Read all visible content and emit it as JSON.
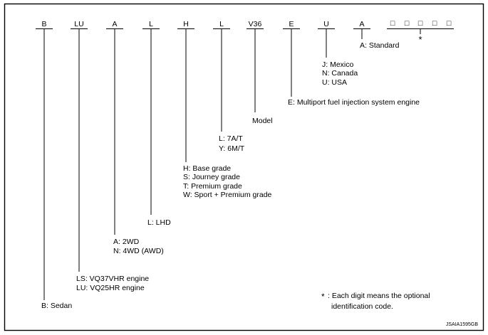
{
  "codes": [
    "B",
    "LU",
    "A",
    "L",
    "H",
    "L",
    "V36",
    "E",
    "U",
    "A"
  ],
  "suffix_boxes": [
    "□",
    "□",
    "□",
    "□",
    "□"
  ],
  "asterisk": "*",
  "legend": {
    "standard": [
      "A: Standard"
    ],
    "market": [
      "J: Mexico",
      "N: Canada",
      "U: USA"
    ],
    "engine_type": [
      "E: Multiport fuel injection system engine"
    ],
    "model": [
      "Model"
    ],
    "transmission": [
      "L: 7A/T",
      "Y: 6M/T"
    ],
    "grade": [
      "H: Base grade",
      "S: Journey grade",
      "T: Premium grade",
      "W: Sport + Premium grade"
    ],
    "steering": [
      "L: LHD"
    ],
    "drive": [
      "A: 2WD",
      "N: 4WD (AWD)"
    ],
    "engine": [
      "LS: VQ37VHR engine",
      "LU: VQ25HR engine"
    ],
    "body": [
      "B: Sedan"
    ]
  },
  "note": {
    "marker": "*",
    "line1": ": Each digit means the optional",
    "line2": "identification code."
  },
  "figure_id": "JSAIA1595GB"
}
